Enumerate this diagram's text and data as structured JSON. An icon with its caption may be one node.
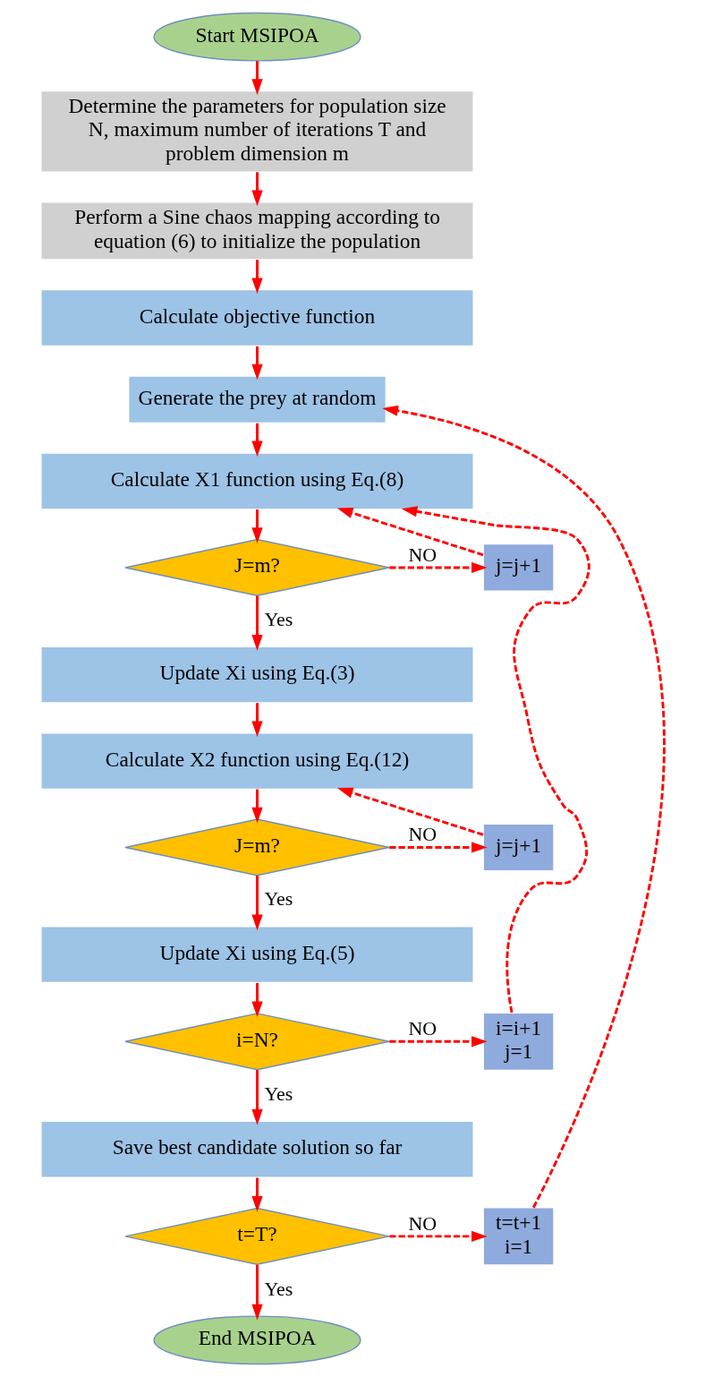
{
  "diagram": {
    "nodes": [
      {
        "text": [
          "Start MSIPOA"
        ]
      },
      {
        "text": [
          "Determine the parameters for population size N, maximum number of iterations T and problem dimension m"
        ]
      },
      {
        "text": [
          "Perform a Sine chaos mapping according to equation (6) to initialize the population"
        ]
      },
      {
        "text": [
          "Calculate objective function"
        ]
      },
      {
        "text": [
          "Generate the prey at random"
        ]
      },
      {
        "text": [
          "Calculate X1 function using Eq.(8)"
        ]
      },
      {
        "text": [
          "J=m?"
        ]
      },
      {
        "text": [
          "j=j+1"
        ]
      },
      {
        "text": [
          "Update Xi using Eq.(3)"
        ]
      },
      {
        "text": [
          "Calculate X2 function using Eq.(12)"
        ]
      },
      {
        "text": [
          "J=m?"
        ]
      },
      {
        "text": [
          "j=j+1"
        ]
      },
      {
        "text": [
          "Update Xi using Eq.(5)"
        ]
      },
      {
        "text": [
          "i=N?"
        ]
      },
      {
        "text": [
          "i=i+1 j=1"
        ]
      },
      {
        "text": [
          "Save best candidate solution so far"
        ]
      },
      {
        "text": [
          "t=T?"
        ]
      },
      {
        "text": [
          "t=t+1 i=1"
        ]
      },
      {
        "text": [
          "End MSIPOA"
        ]
      }
    ],
    "edges": [
      {
        "from": 0,
        "to": 1,
        "arrow": "to"
      },
      {
        "from": 1,
        "to": 2,
        "arrow": "to"
      },
      {
        "from": 2,
        "to": 3,
        "arrow": "to"
      },
      {
        "from": 3,
        "to": 4,
        "arrow": "to"
      },
      {
        "from": 4,
        "to": 5,
        "arrow": "to"
      },
      {
        "from": 5,
        "to": 6,
        "arrow": "to"
      },
      {
        "from": 6,
        "to": 7,
        "arrow": "to",
        "label": "NO",
        "style": "dashed"
      },
      {
        "from": 7,
        "to": 5,
        "arrow": "to",
        "style": "dashed"
      },
      {
        "from": 6,
        "to": 8,
        "arrow": "to",
        "label": "Yes"
      },
      {
        "from": 8,
        "to": 9,
        "arrow": "to"
      },
      {
        "from": 9,
        "to": 10,
        "arrow": "to"
      },
      {
        "from": 10,
        "to": 11,
        "arrow": "to",
        "label": "NO",
        "style": "dashed"
      },
      {
        "from": 11,
        "to": 9,
        "arrow": "to",
        "style": "dashed"
      },
      {
        "from": 10,
        "to": 12,
        "arrow": "to",
        "label": "Yes"
      },
      {
        "from": 12,
        "to": 13,
        "arrow": "to"
      },
      {
        "from": 13,
        "to": 14,
        "arrow": "to",
        "label": "NO",
        "style": "dashed"
      },
      {
        "from": 14,
        "to": 5,
        "arrow": "to",
        "style": "dashed"
      },
      {
        "from": 13,
        "to": 15,
        "arrow": "to",
        "label": "Yes"
      },
      {
        "from": 15,
        "to": 16,
        "arrow": "to"
      },
      {
        "from": 16,
        "to": 17,
        "arrow": "to",
        "label": "NO",
        "style": "dashed"
      },
      {
        "from": 17,
        "to": 4,
        "arrow": "to",
        "style": "dashed"
      },
      {
        "from": 16,
        "to": 18,
        "arrow": "to",
        "label": "Yes"
      }
    ]
  }
}
